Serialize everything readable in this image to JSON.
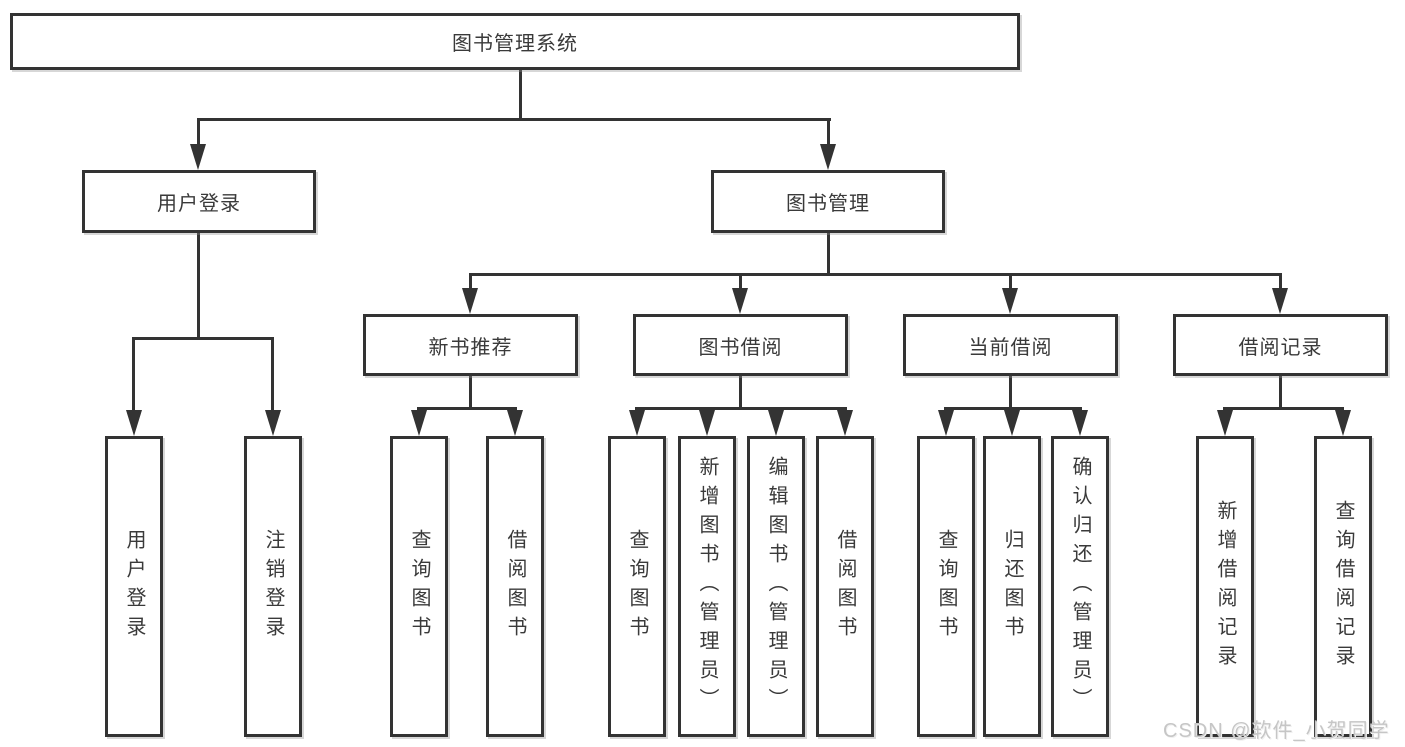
{
  "diagram": {
    "root": {
      "label": "图书管理系统"
    },
    "level2": [
      {
        "label": "用户登录"
      },
      {
        "label": "图书管理"
      }
    ],
    "level3": [
      {
        "label": "新书推荐"
      },
      {
        "label": "图书借阅"
      },
      {
        "label": "当前借阅"
      },
      {
        "label": "借阅记录"
      }
    ],
    "leaves": [
      {
        "parent": "用户登录",
        "label": "用户登录"
      },
      {
        "parent": "用户登录",
        "label": "注销登录"
      },
      {
        "parent": "新书推荐",
        "label": "查询图书"
      },
      {
        "parent": "新书推荐",
        "label": "借阅图书"
      },
      {
        "parent": "图书借阅",
        "label": "查询图书"
      },
      {
        "parent": "图书借阅",
        "label": "新增图书（管理员）"
      },
      {
        "parent": "图书借阅",
        "label": "编辑图书（管理员）"
      },
      {
        "parent": "图书借阅",
        "label": "借阅图书"
      },
      {
        "parent": "当前借阅",
        "label": "查询图书"
      },
      {
        "parent": "当前借阅",
        "label": "归还图书"
      },
      {
        "parent": "当前借阅",
        "label": "确认归还（管理员）"
      },
      {
        "parent": "借阅记录",
        "label": "新增借阅记录"
      },
      {
        "parent": "借阅记录",
        "label": "查询借阅记录"
      }
    ],
    "watermark": {
      "text": "CSDN @软件_小贺同学"
    },
    "colors": {
      "line": "#333333",
      "text": "#3a3a3a",
      "box_fill": "#ffffff",
      "watermark": "#c6c6c6"
    }
  }
}
